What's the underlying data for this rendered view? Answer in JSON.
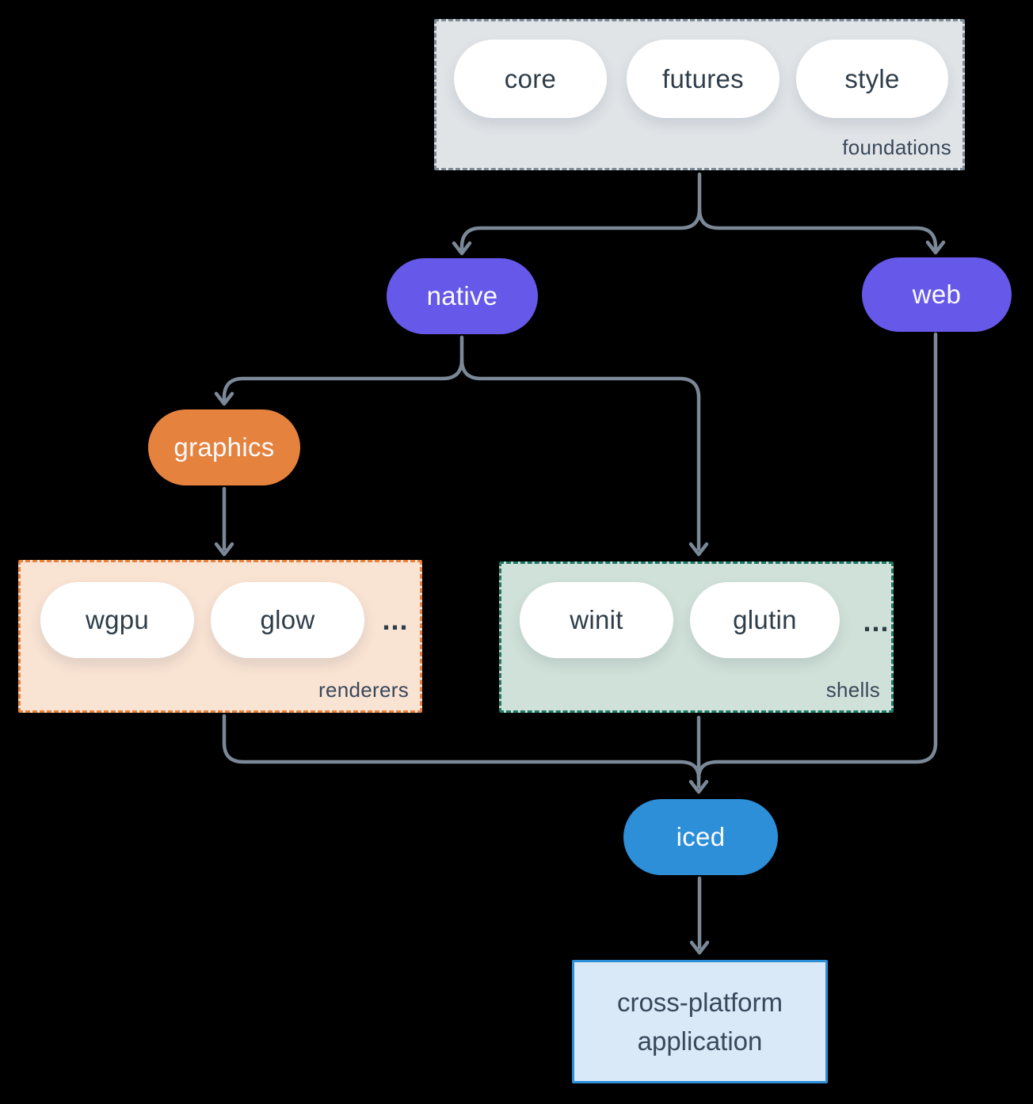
{
  "groups": {
    "foundations": {
      "label": "foundations",
      "pills": [
        "core",
        "futures",
        "style"
      ]
    },
    "renderers": {
      "label": "renderers",
      "pills": [
        "wgpu",
        "glow"
      ],
      "ellipsis": "..."
    },
    "shells": {
      "label": "shells",
      "pills": [
        "winit",
        "glutin"
      ],
      "ellipsis": "..."
    }
  },
  "nodes": {
    "native": {
      "label": "native",
      "color": "#6658e8"
    },
    "web": {
      "label": "web",
      "color": "#6658e8"
    },
    "graphics": {
      "label": "graphics",
      "color": "#e5823e"
    },
    "iced": {
      "label": "iced",
      "color": "#2d8fd8"
    },
    "application": {
      "label": "cross-platform application"
    }
  },
  "colors": {
    "background": "#000000",
    "arrow": "#7b8898",
    "purple_pill": "#6658e8",
    "orange_pill": "#e5823e",
    "blue_pill": "#2d8fd8",
    "foundations_bg": "#e0e4e7",
    "foundations_border": "#7d8b99",
    "renderers_bg": "#f9e3d3",
    "renderers_border": "#e8823d",
    "shells_bg": "#d0e1d9",
    "shells_border": "#1d7a66",
    "app_bg": "#d9e9f8",
    "app_border": "#2d8fd8",
    "pill_text": "#2e3d49",
    "white_text": "#fbfbfd"
  }
}
